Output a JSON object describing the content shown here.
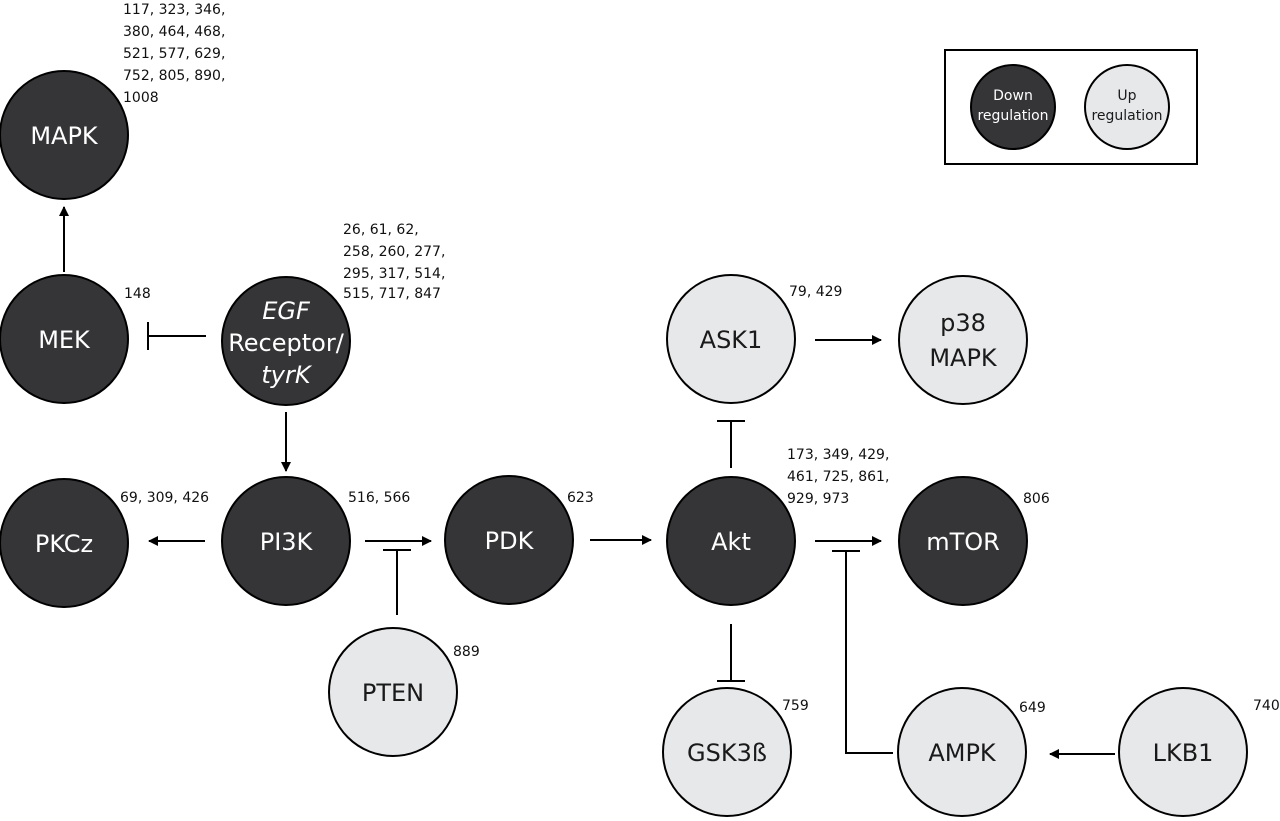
{
  "colors": {
    "down": "#353437",
    "up": "#e7e8ea",
    "stroke": "#000000"
  },
  "legend": {
    "down_line1": "Down",
    "down_line2": "regulation",
    "up_line1": "Up",
    "up_line2": "regulation"
  },
  "nodes": {
    "mapk": "MAPK",
    "mek": "MEK",
    "egf_line1": "EGF",
    "egf_line2": "Receptor/",
    "egf_line3": "tyrK",
    "pkcz": "PKCz",
    "pi3k": "PI3K",
    "pdk": "PDK",
    "akt": "Akt",
    "ask1": "ASK1",
    "p38_line1": "p38",
    "p38_line2": "MAPK",
    "mtor": "mTOR",
    "pten": "PTEN",
    "gsk3b": "GSK3ß",
    "ampk": "AMPK",
    "lkb1": "LKB1"
  },
  "refs": {
    "mapk": [
      "117, 323, 346,",
      "380, 464, 468,",
      "521, 577, 629,",
      "752, 805, 890,",
      "1008"
    ],
    "mek": [
      "148"
    ],
    "egf": [
      "26, 61, 62,",
      "258, 260, 277,",
      "295, 317, 514,",
      "515, 717, 847"
    ],
    "pkcz": [
      "69, 309, 426"
    ],
    "pi3k": [
      "516, 566"
    ],
    "pdk": [
      "623"
    ],
    "ask1": [
      "79, 429"
    ],
    "akt": [
      "173, 349, 429,",
      "461, 725, 861,",
      "929, 973"
    ],
    "mtor": [
      "806"
    ],
    "pten": [
      "889"
    ],
    "gsk3b": [
      "759"
    ],
    "ampk": [
      "649"
    ],
    "lkb1": [
      "740"
    ]
  }
}
